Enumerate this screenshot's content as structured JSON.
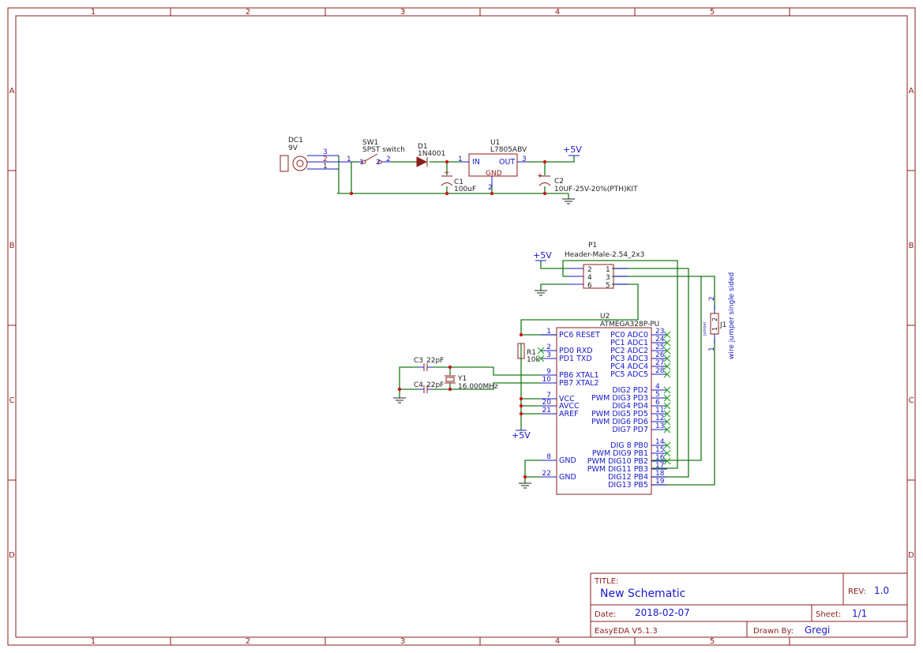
{
  "frame": {
    "columns": [
      "1",
      "2",
      "3",
      "4",
      "5"
    ],
    "rows": [
      "A",
      "B",
      "C",
      "D"
    ]
  },
  "title_block": {
    "title_label": "TITLE:",
    "title": "New Schematic",
    "rev_label": "REV:",
    "rev": "1.0",
    "date_label": "Date:",
    "date": "2018-02-07",
    "sheet_label": "Sheet:",
    "sheet": "1/1",
    "software": "EasyEDA V5.1.3",
    "drawn_by_label": "Drawn By:",
    "drawn_by": "Gregi"
  },
  "components": {
    "dc1": {
      "ref": "DC1",
      "value": "9V",
      "pins": [
        "3",
        "2",
        "1"
      ]
    },
    "sw1": {
      "ref": "SW1",
      "value": "SPST switch",
      "pin1": "1",
      "pin2": "2",
      "pin_left": "1",
      "pin_right": "2"
    },
    "d1": {
      "ref": "D1",
      "value": "1N4001",
      "pin": "1"
    },
    "c1": {
      "ref": "C1",
      "value": "100uF",
      "plus": "+"
    },
    "u1": {
      "ref": "U1",
      "value": "L7805ABV",
      "in": "IN",
      "out": "OUT",
      "gnd": "GND",
      "pin_out": "3",
      "pin_gnd": "2"
    },
    "c2": {
      "ref": "C2",
      "value": "10UF-25V-20%(PTH)KIT",
      "plus": "+"
    },
    "pwr1": {
      "label": "+5V"
    },
    "pwr2": {
      "label": "+5V"
    },
    "pwr3": {
      "label": "+5V"
    },
    "p1": {
      "ref": "P1",
      "value": "Header-Male-2.54_2x3",
      "pins": [
        "2",
        "1",
        "4",
        "3",
        "6",
        "5"
      ]
    },
    "j1": {
      "ref": "J1",
      "value": "wire jumper single sided",
      "tag": "jumper",
      "pin1": "1",
      "pin2": "2",
      "inner1": "1",
      "inner2": "2"
    },
    "r1": {
      "ref": "R1",
      "value": "10k"
    },
    "c3": {
      "ref": "C3",
      "value": "22pF"
    },
    "c4": {
      "ref": "C4",
      "value": "22pF"
    },
    "y1": {
      "ref": "Y1",
      "value": "16.000MHz"
    },
    "u2": {
      "ref": "U2",
      "value": "ATMEGA328P-PU",
      "left_pins": [
        {
          "num": "1",
          "name": "PC6 RESET"
        },
        {
          "num": "2",
          "name": "PD0 RXD"
        },
        {
          "num": "3",
          "name": "PD1 TXD"
        },
        {
          "num": "9",
          "name": "PB6 XTAL1"
        },
        {
          "num": "10",
          "name": "PB7 XTAL2"
        },
        {
          "num": "7",
          "name": "VCC"
        },
        {
          "num": "20",
          "name": "AVCC"
        },
        {
          "num": "21",
          "name": "AREF"
        },
        {
          "num": "8",
          "name": "GND"
        },
        {
          "num": "22",
          "name": "GND"
        }
      ],
      "right_pins": [
        {
          "num": "23",
          "name": "PC0 ADC0"
        },
        {
          "num": "24",
          "name": "PC1 ADC1"
        },
        {
          "num": "25",
          "name": "PC2 ADC2"
        },
        {
          "num": "26",
          "name": "PC3 ADC3"
        },
        {
          "num": "27",
          "name": "PC4 ADC4"
        },
        {
          "num": "28",
          "name": "PC5 ADC5"
        },
        {
          "num": "4",
          "name": "DIG2 PD2"
        },
        {
          "num": "5",
          "name": "PWM DIG3 PD3"
        },
        {
          "num": "6",
          "name": "DIG4 PD4"
        },
        {
          "num": "11",
          "name": "PWM DIG5 PD5"
        },
        {
          "num": "12",
          "name": "PWM DIG6 PD6"
        },
        {
          "num": "13",
          "name": "DIG7 PD7"
        },
        {
          "num": "14",
          "name": "DIG 8 PB0"
        },
        {
          "num": "15",
          "name": "PWM DIG9 PB1"
        },
        {
          "num": "16",
          "name": "PWM DIG10 PB2"
        },
        {
          "num": "17",
          "name": "PWM DIG11 PB3"
        },
        {
          "num": "18",
          "name": "DIG12 PB4"
        },
        {
          "num": "19",
          "name": "DIG13 PB5"
        }
      ]
    }
  }
}
